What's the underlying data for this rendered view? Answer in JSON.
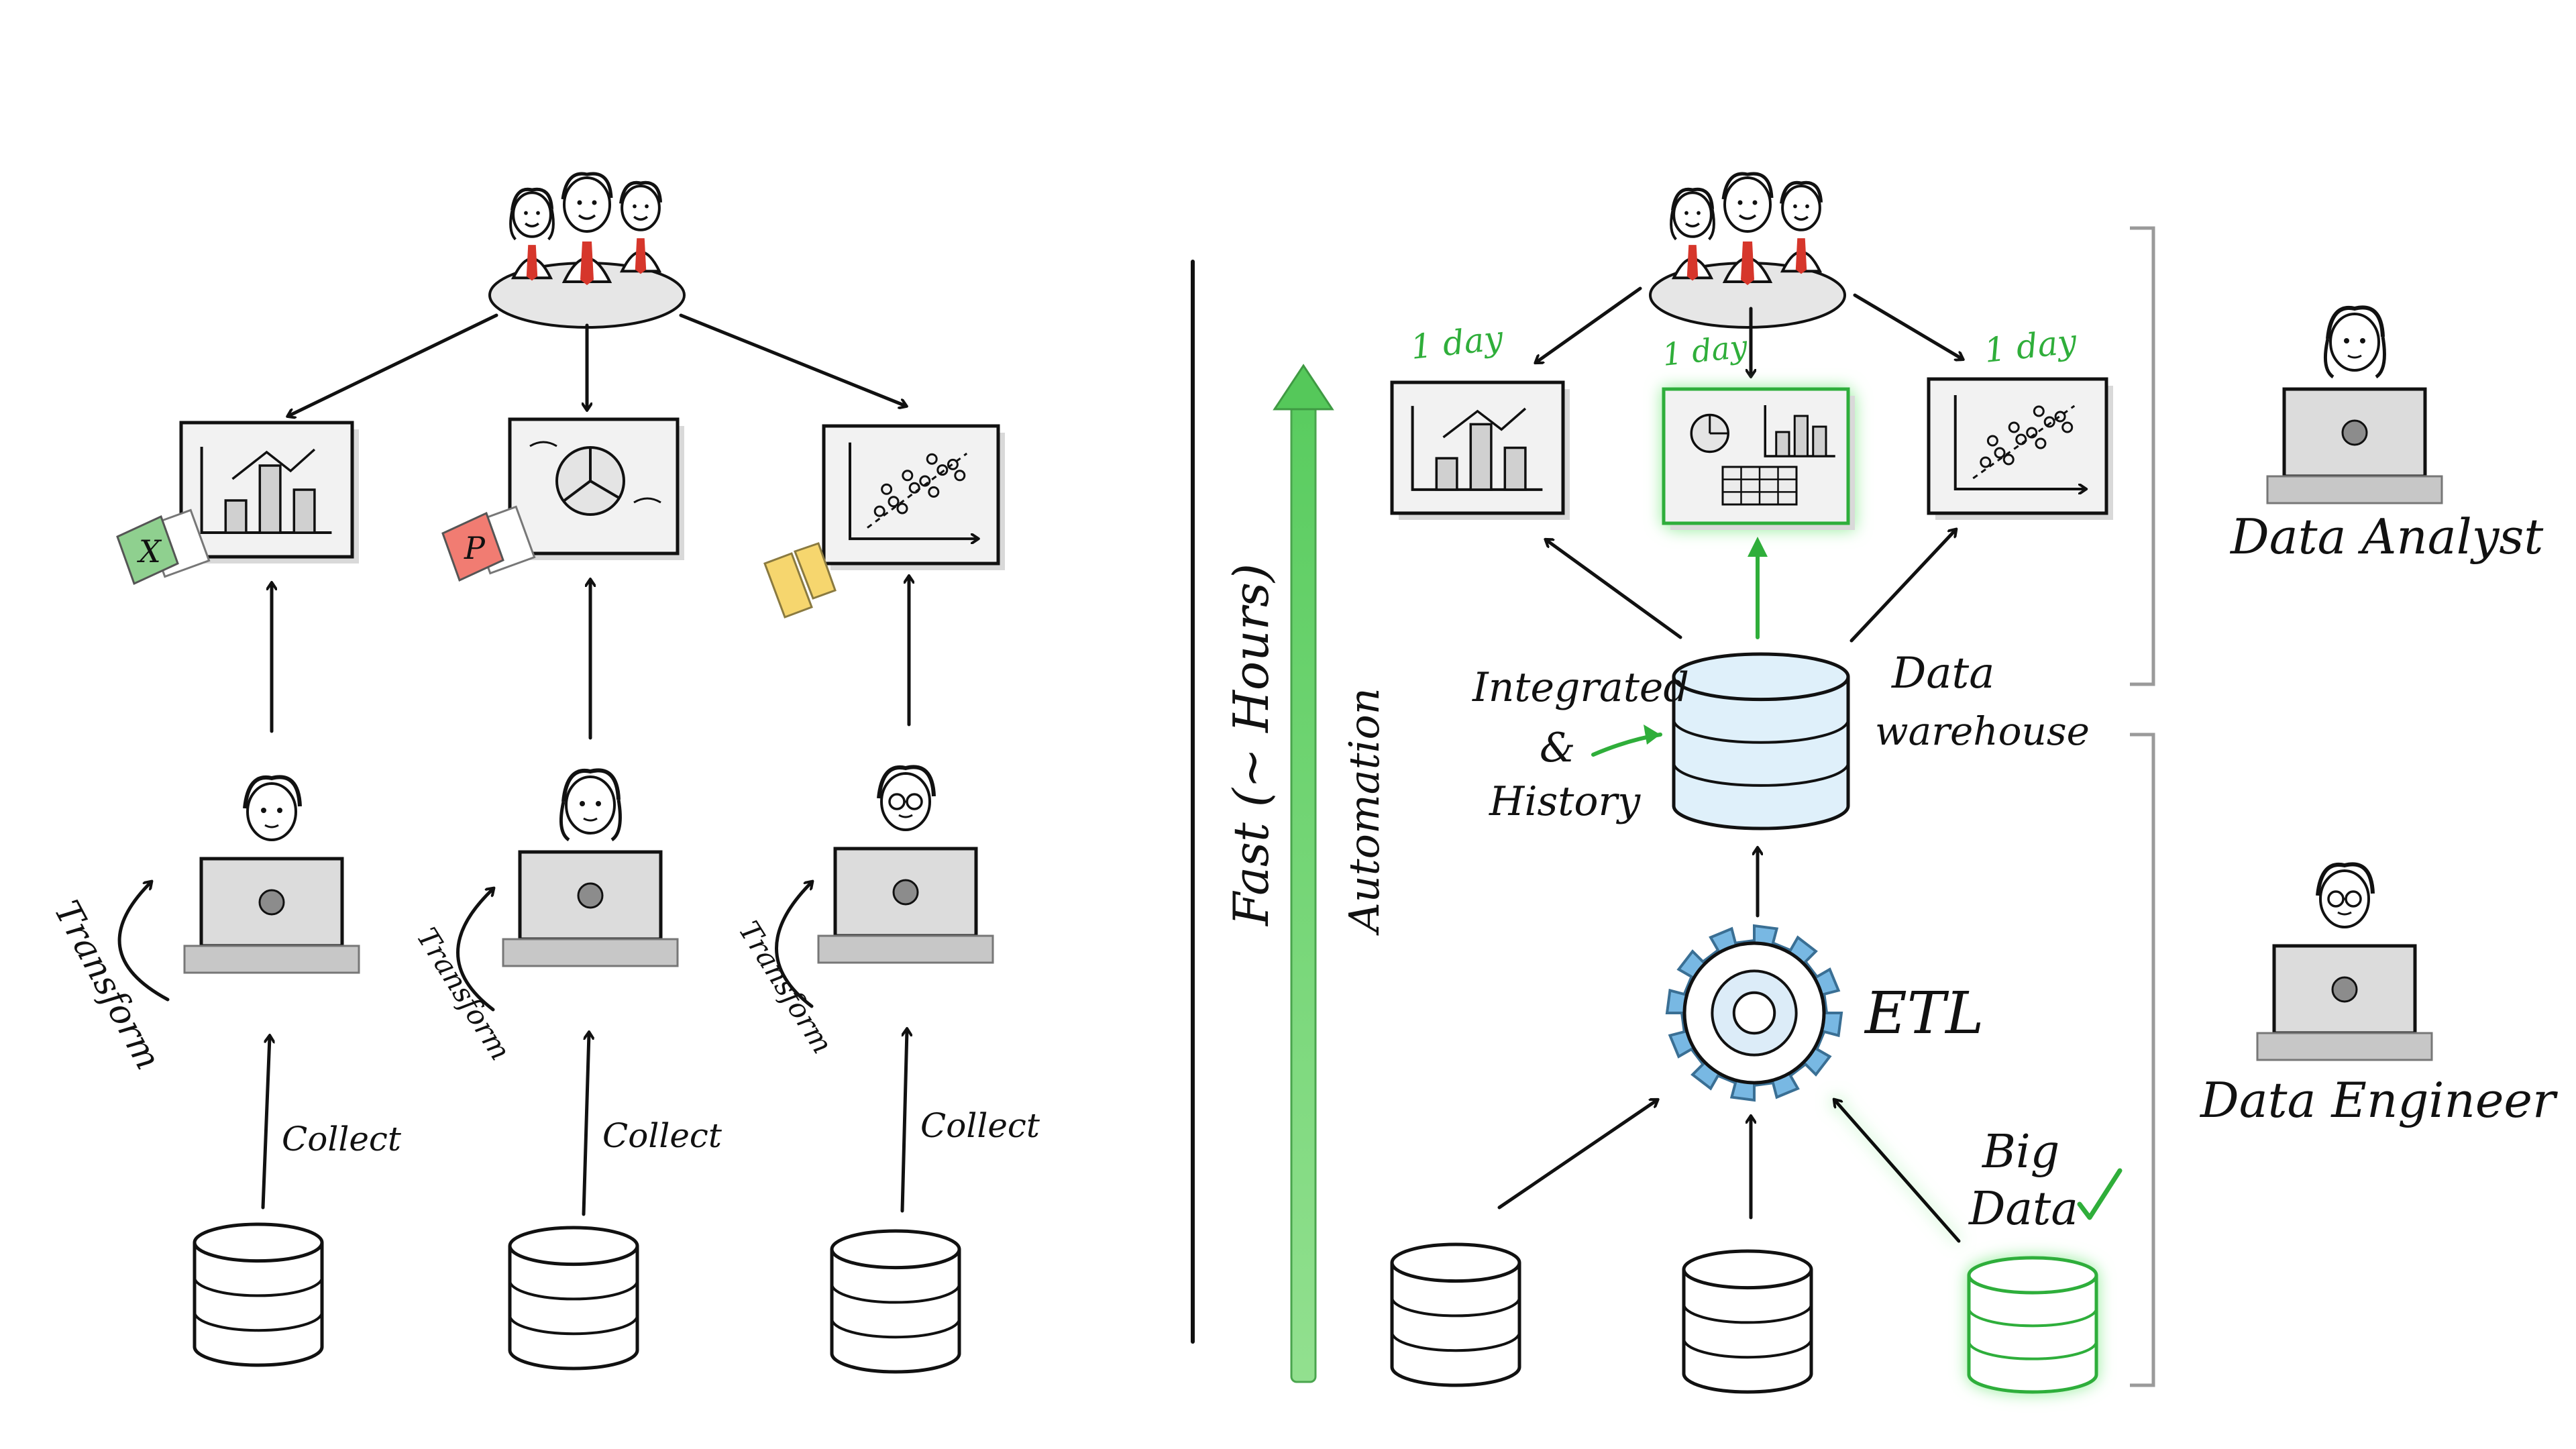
{
  "labels": {
    "left_transform": "Transform",
    "left_collect": "Collect",
    "one_day": "1 day",
    "fast": "Fast (~ Hours)",
    "automation": "Automation",
    "integrated_line1": "Integrated",
    "integrated_line2": "&",
    "integrated_line3": "History",
    "data_warehouse_line1": "Data",
    "data_warehouse_line2": "warehouse",
    "etl": "ETL",
    "big_data_line1": "Big",
    "big_data_line2": "Data",
    "data_analyst": "Data Analyst",
    "data_engineer": "Data Engineer",
    "excel_letter": "X",
    "ppt_letter": "P"
  },
  "colors": {
    "accent_green": "#2fae3a",
    "glow_green": "#7be37f",
    "ink": "#111111",
    "panel_fill": "#f2f2f2",
    "laptop_fill": "#dcdcdc",
    "base_fill": "#c7c7c7",
    "db_blue": "#dff0fa",
    "gear_blue": "#78b8e3",
    "tie_red": "#d6362b",
    "excel_green": "#8fd08f",
    "ppt_red": "#f17c72",
    "bi_yellow": "#f6d66e"
  }
}
